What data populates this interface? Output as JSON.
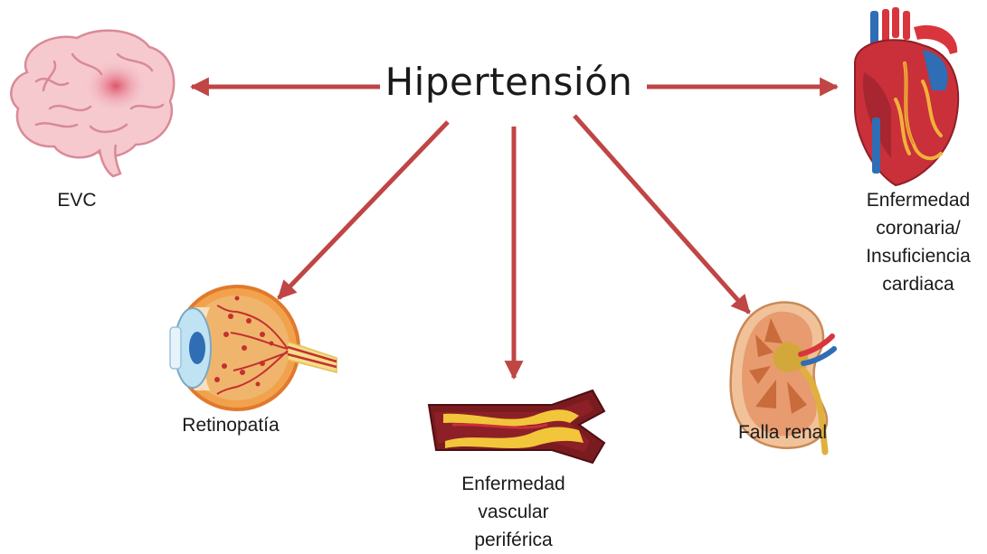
{
  "title": "Hipertensión",
  "nodes": {
    "evc": "EVC",
    "heart": [
      "Enfermedad",
      "coronaria/",
      "Insuficiencia",
      "cardiaca"
    ],
    "eye": "Retinopatía",
    "vessel": [
      "Enfermedad",
      "vascular",
      "periférica"
    ],
    "kidney": "Falla renal"
  },
  "colors": {
    "arrow": "#c04545",
    "text": "#1a1a1a"
  },
  "icons": [
    "brain-icon",
    "heart-icon",
    "eye-icon",
    "blood-vessel-icon",
    "kidney-icon"
  ]
}
